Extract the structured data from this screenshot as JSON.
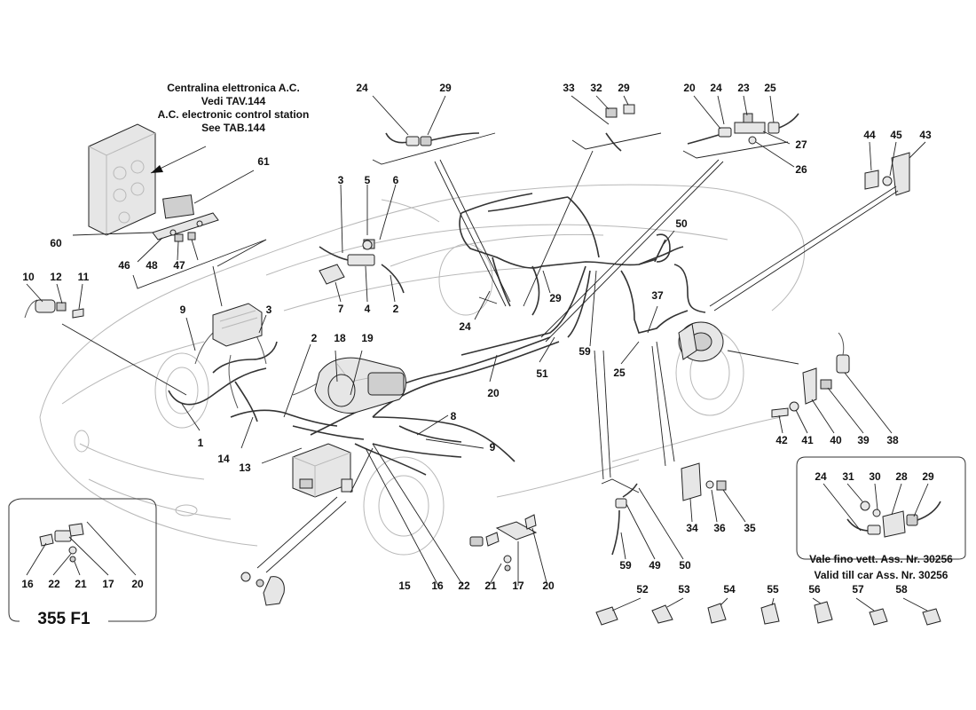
{
  "annotation": {
    "line1": "Centralina elettronica A.C.",
    "line2": "Vedi TAV.144",
    "line3": "A.C. electronic control station",
    "line4": "See TAB.144"
  },
  "validity": {
    "it": "Vale fino vett. Ass. Nr. 30256",
    "en": "Valid till car Ass. Nr. 30256"
  },
  "model_code": "355 F1",
  "callouts": [
    {
      "id": "c24a",
      "text": "24"
    },
    {
      "id": "c29a",
      "text": "29"
    },
    {
      "id": "c33",
      "text": "33"
    },
    {
      "id": "c32",
      "text": "32"
    },
    {
      "id": "c29b",
      "text": "29"
    },
    {
      "id": "c20a",
      "text": "20"
    },
    {
      "id": "c24b",
      "text": "24"
    },
    {
      "id": "c23",
      "text": "23"
    },
    {
      "id": "c25a",
      "text": "25"
    },
    {
      "id": "c27",
      "text": "27"
    },
    {
      "id": "c26",
      "text": "26"
    },
    {
      "id": "c44",
      "text": "44"
    },
    {
      "id": "c45",
      "text": "45"
    },
    {
      "id": "c43",
      "text": "43"
    },
    {
      "id": "c61",
      "text": "61"
    },
    {
      "id": "c3a",
      "text": "3"
    },
    {
      "id": "c5",
      "text": "5"
    },
    {
      "id": "c6",
      "text": "6"
    },
    {
      "id": "c60",
      "text": "60"
    },
    {
      "id": "c46",
      "text": "46"
    },
    {
      "id": "c48",
      "text": "48"
    },
    {
      "id": "c47",
      "text": "47"
    },
    {
      "id": "c50a",
      "text": "50"
    },
    {
      "id": "c10",
      "text": "10"
    },
    {
      "id": "c12",
      "text": "12"
    },
    {
      "id": "c11",
      "text": "11"
    },
    {
      "id": "c7",
      "text": "7"
    },
    {
      "id": "c4",
      "text": "4"
    },
    {
      "id": "c2a",
      "text": "2"
    },
    {
      "id": "c29c",
      "text": "29"
    },
    {
      "id": "c37",
      "text": "37"
    },
    {
      "id": "c9a",
      "text": "9"
    },
    {
      "id": "c3b",
      "text": "3"
    },
    {
      "id": "c24c",
      "text": "24"
    },
    {
      "id": "c2b",
      "text": "2"
    },
    {
      "id": "c18",
      "text": "18"
    },
    {
      "id": "c19",
      "text": "19"
    },
    {
      "id": "c59a",
      "text": "59"
    },
    {
      "id": "c51",
      "text": "51"
    },
    {
      "id": "c25b",
      "text": "25"
    },
    {
      "id": "c20b",
      "text": "20"
    },
    {
      "id": "c1",
      "text": "1"
    },
    {
      "id": "c8",
      "text": "8"
    },
    {
      "id": "c42",
      "text": "42"
    },
    {
      "id": "c41",
      "text": "41"
    },
    {
      "id": "c40",
      "text": "40"
    },
    {
      "id": "c39",
      "text": "39"
    },
    {
      "id": "c38",
      "text": "38"
    },
    {
      "id": "c14",
      "text": "14"
    },
    {
      "id": "c9b",
      "text": "9"
    },
    {
      "id": "c13",
      "text": "13"
    },
    {
      "id": "c24d",
      "text": "24"
    },
    {
      "id": "c31",
      "text": "31"
    },
    {
      "id": "c30",
      "text": "30"
    },
    {
      "id": "c28",
      "text": "28"
    },
    {
      "id": "c29d",
      "text": "29"
    },
    {
      "id": "c34",
      "text": "34"
    },
    {
      "id": "c36",
      "text": "36"
    },
    {
      "id": "c35",
      "text": "35"
    },
    {
      "id": "c16a",
      "text": "16"
    },
    {
      "id": "c22a",
      "text": "22"
    },
    {
      "id": "c21a",
      "text": "21"
    },
    {
      "id": "c17a",
      "text": "17"
    },
    {
      "id": "c20c",
      "text": "20"
    },
    {
      "id": "c59b",
      "text": "59"
    },
    {
      "id": "c49",
      "text": "49"
    },
    {
      "id": "c50b",
      "text": "50"
    },
    {
      "id": "c15",
      "text": "15"
    },
    {
      "id": "c16b",
      "text": "16"
    },
    {
      "id": "c22b",
      "text": "22"
    },
    {
      "id": "c21b",
      "text": "21"
    },
    {
      "id": "c17b",
      "text": "17"
    },
    {
      "id": "c20d",
      "text": "20"
    },
    {
      "id": "c52",
      "text": "52"
    },
    {
      "id": "c53",
      "text": "53"
    },
    {
      "id": "c54",
      "text": "54"
    },
    {
      "id": "c55",
      "text": "55"
    },
    {
      "id": "c56",
      "text": "56"
    },
    {
      "id": "c57",
      "text": "57"
    },
    {
      "id": "c58",
      "text": "58"
    }
  ]
}
